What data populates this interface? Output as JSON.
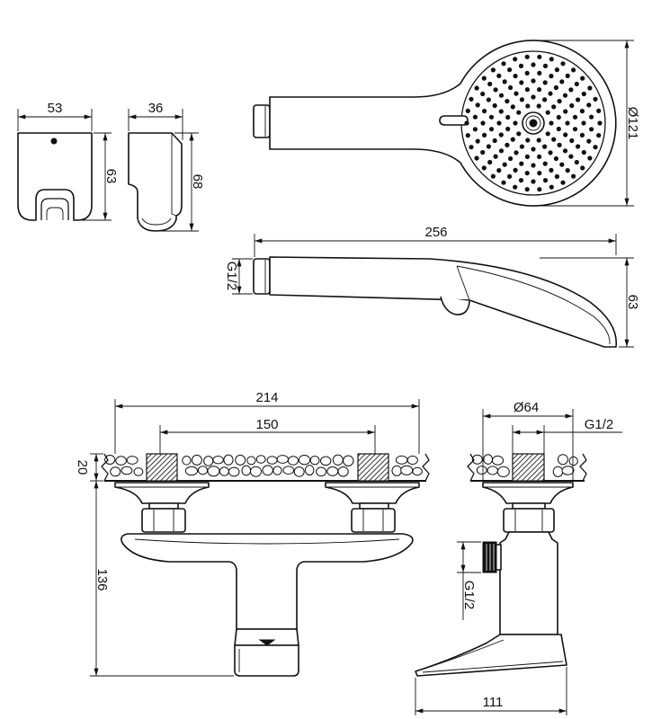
{
  "holder_front_view": {
    "width_label": "53",
    "height_label": "63"
  },
  "holder_side_view": {
    "depth_label": "36",
    "height_label": "68"
  },
  "hand_shower_front_view": {
    "diameter_label": "Ø121"
  },
  "hand_shower_side_view": {
    "length_label": "256",
    "thread_label": "G1/2",
    "height_label": "63"
  },
  "mixer_front_view": {
    "overall_width_label": "214",
    "center_distance_label": "150",
    "wall_offset_label": "20",
    "height_label": "136"
  },
  "mixer_side_view": {
    "escutcheon_diameter_label": "Ø64",
    "inlet_thread_label": "G1/2",
    "outlet_thread_label": "G1/2",
    "spout_projection_label": "111"
  },
  "colors": {
    "line": "#111111",
    "background": "#ffffff"
  }
}
